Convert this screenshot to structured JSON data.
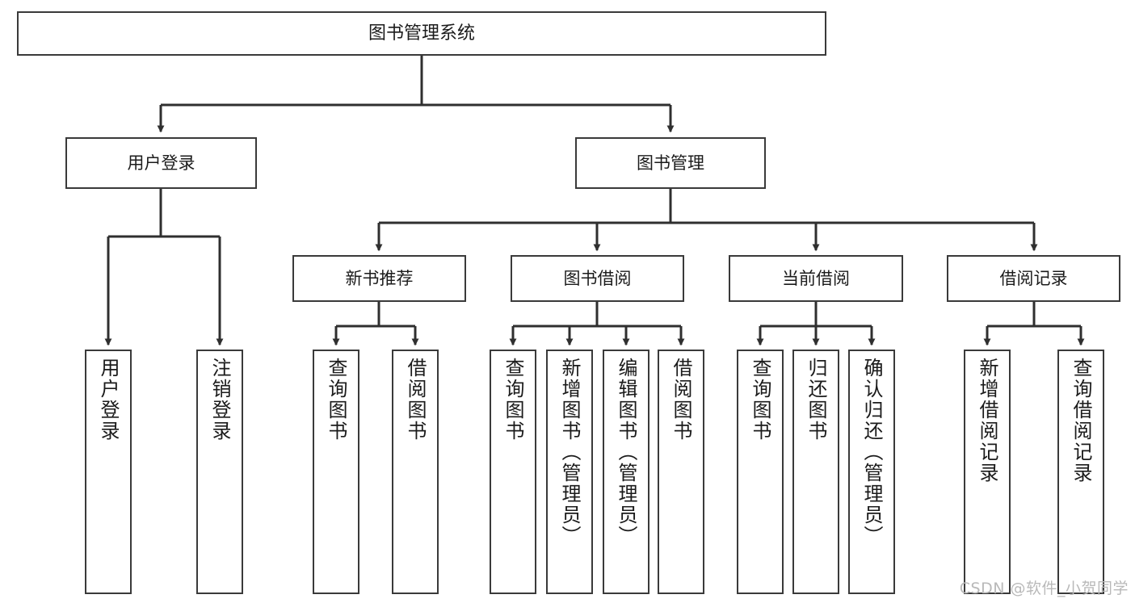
{
  "diagram": {
    "title": "图书管理系统",
    "watermark": "CSDN @软件_小贺同学",
    "colors": {
      "box_border": "#3a3a3a",
      "box_fill": "#ffffff",
      "edge": "#2f2f2f",
      "text": "#1b1b1b",
      "watermark": "#b9b9b9",
      "background": "#ffffff"
    },
    "nodes": {
      "root": {
        "label": "图书管理系统"
      },
      "level1": [
        {
          "id": "user-login",
          "label": "用户登录"
        },
        {
          "id": "book-management",
          "label": "图书管理"
        }
      ],
      "level2": [
        {
          "id": "new-book-recommend",
          "label": "新书推荐"
        },
        {
          "id": "book-borrow",
          "label": "图书借阅"
        },
        {
          "id": "current-borrow",
          "label": "当前借阅"
        },
        {
          "id": "borrow-record",
          "label": "借阅记录"
        }
      ],
      "leaves": {
        "user-login": [
          {
            "id": "leaf-user-login",
            "label": "用户登录"
          },
          {
            "id": "leaf-logout",
            "label": "注销登录"
          }
        ],
        "new-book-recommend": [
          {
            "id": "leaf-query-book-1",
            "label": "查询图书"
          },
          {
            "id": "leaf-borrow-book-1",
            "label": "借阅图书"
          }
        ],
        "book-borrow": [
          {
            "id": "leaf-query-book-2",
            "label": "查询图书"
          },
          {
            "id": "leaf-add-book",
            "label": "新增图书（管理员）"
          },
          {
            "id": "leaf-edit-book",
            "label": "编辑图书（管理员）"
          },
          {
            "id": "leaf-borrow-book-2",
            "label": "借阅图书"
          }
        ],
        "current-borrow": [
          {
            "id": "leaf-query-book-3",
            "label": "查询图书"
          },
          {
            "id": "leaf-return-book",
            "label": "归还图书"
          },
          {
            "id": "leaf-confirm-return",
            "label": "确认归还（管理员）"
          }
        ],
        "borrow-record": [
          {
            "id": "leaf-add-record",
            "label": "新增借阅记录"
          },
          {
            "id": "leaf-query-record",
            "label": "查询借阅记录"
          }
        ]
      }
    }
  }
}
